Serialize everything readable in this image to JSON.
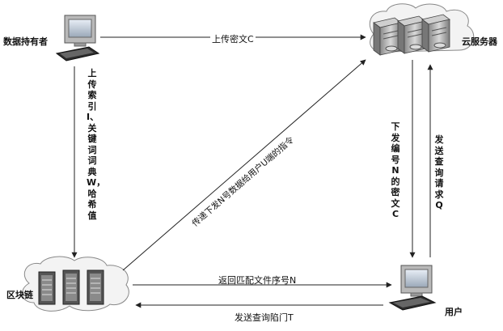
{
  "nodes": {
    "data_owner": "数据持有者",
    "cloud_server": "云服务器",
    "blockchain": "区块链",
    "user": "用户"
  },
  "edges": {
    "upload_ciphertext": "上传密文C",
    "upload_index": "上传索引I、关键词词典W，哈希值",
    "dispatch_n": "下发编号N的密文C",
    "send_query_q": "发送查询请求Q",
    "return_n": "返回匹配文件序号N",
    "send_trapdoor": "发送查询陷门T",
    "relay_instruction": "传递下发N号数据给用户U端的指令"
  }
}
